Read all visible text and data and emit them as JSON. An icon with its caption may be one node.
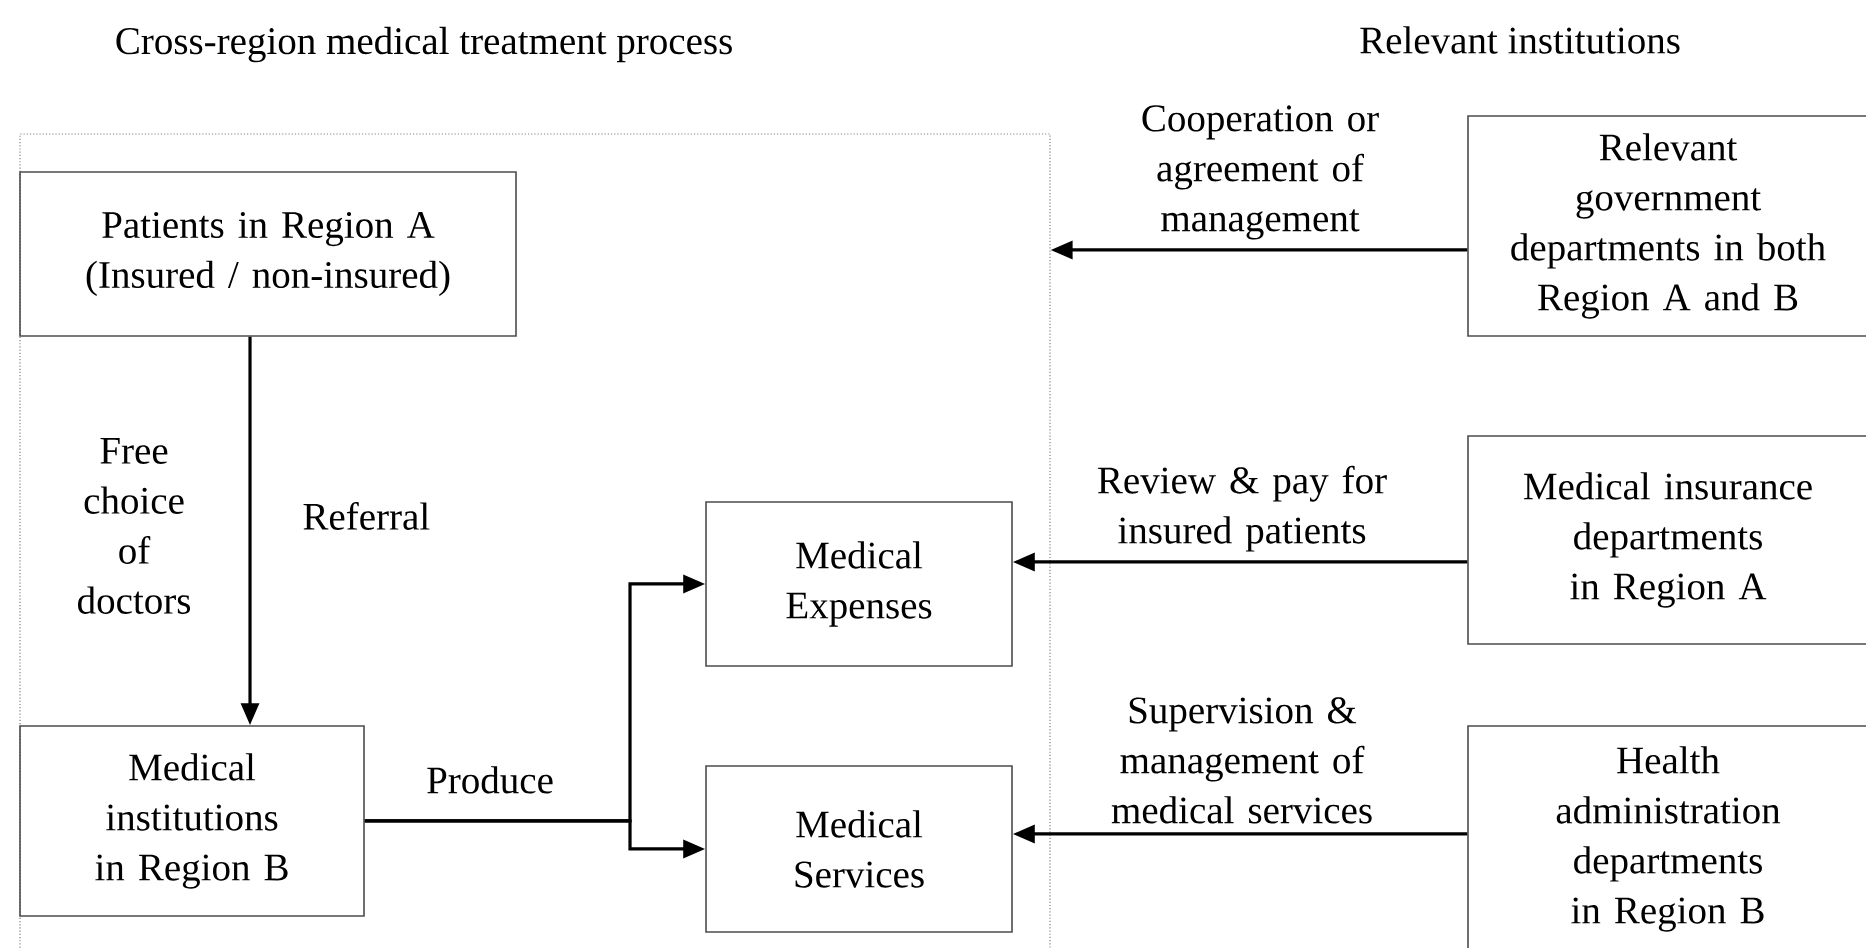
{
  "diagram": {
    "nodes": [
      {
        "text": [
          "Cross-region medical treatment process"
        ]
      },
      {
        "text": [
          "Patients in Region A (Insured / non-insured)"
        ],
        "in": 0
      },
      {
        "text": [
          "Medical institutions in Region B"
        ],
        "in": 0
      },
      {
        "text": [
          "Medical Expenses"
        ],
        "in": 0
      },
      {
        "text": [
          "Medical Services"
        ],
        "in": 0
      },
      {
        "text": [
          "Relevant government departments in both Region A and B"
        ]
      },
      {
        "text": [
          "Medical insurance departments in Region A"
        ]
      },
      {
        "text": [
          "Health administration departments in Region B"
        ]
      }
    ],
    "edges": [
      {
        "from": 1,
        "to": 2,
        "arrow": "to",
        "label": "Referral"
      },
      {
        "from": 2,
        "to": 3,
        "arrow": "to",
        "label": "Produce"
      },
      {
        "from": 2,
        "to": 4,
        "arrow": "to"
      },
      {
        "from": 5,
        "to": 0,
        "arrow": "to",
        "label": "Cooperation or agreement of management"
      },
      {
        "from": 6,
        "to": 3,
        "arrow": "to",
        "label": "Review & pay for insured patients"
      },
      {
        "from": 7,
        "to": 4,
        "arrow": "to",
        "label": "Supervision & management of medical services"
      }
    ],
    "labels": [
      "Relevant institutions",
      "Free choice of doctors"
    ]
  }
}
